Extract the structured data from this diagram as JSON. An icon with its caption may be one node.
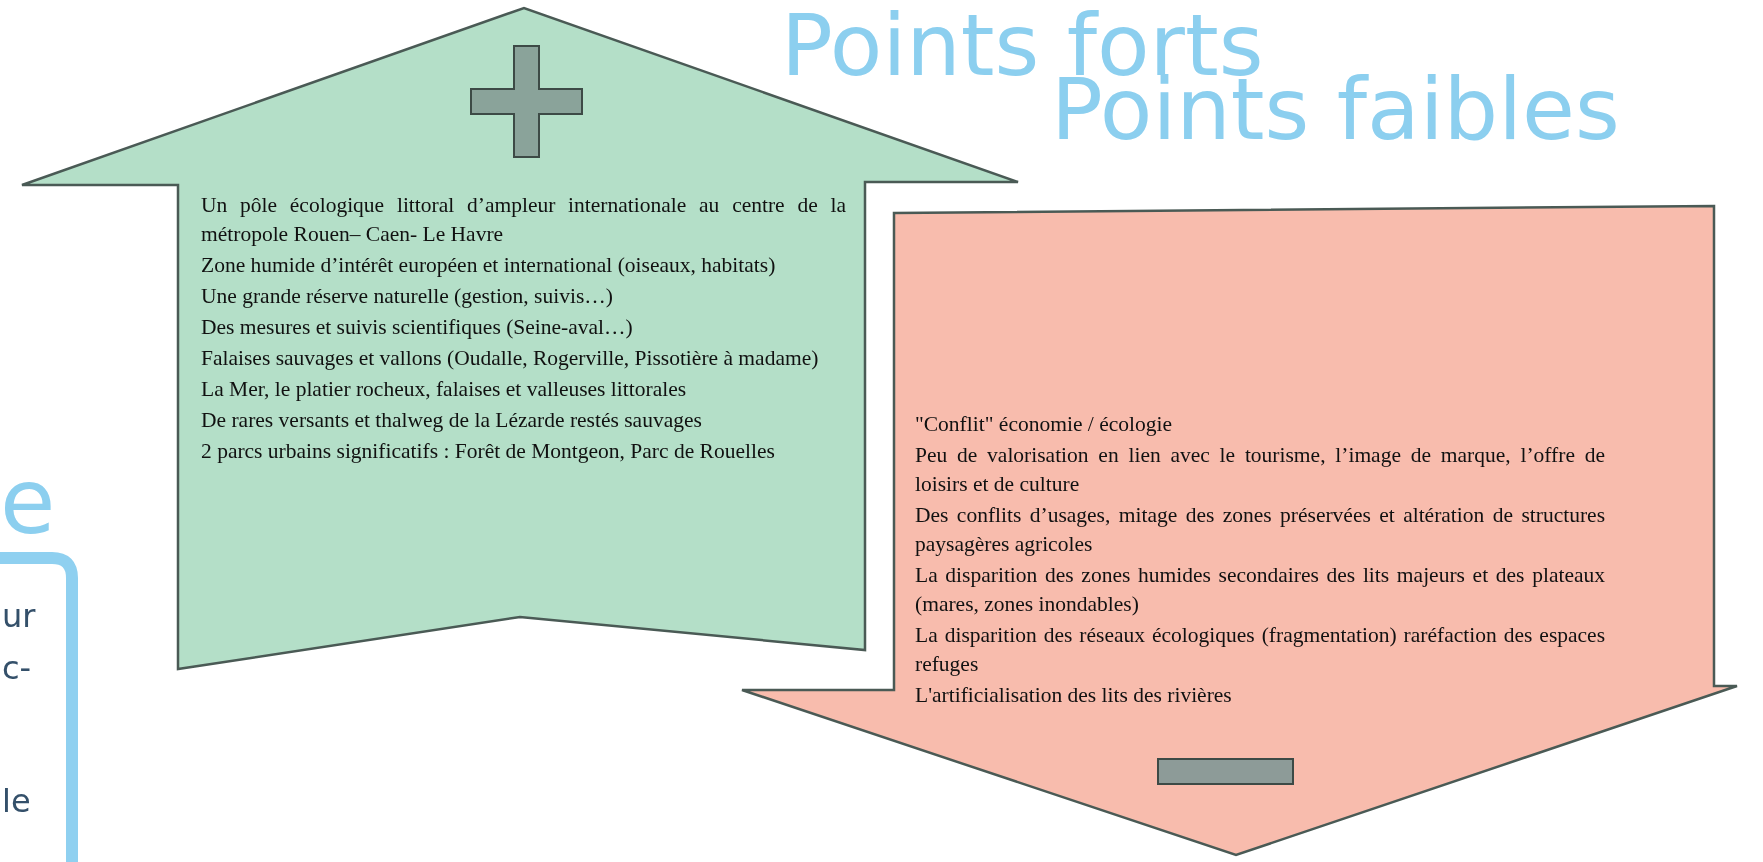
{
  "diagram": {
    "nodes": [
      {
        "text": [
          "Un pôle écologique littoral d’ampleur internationale au centre de la métropole Rouen– Caen- Le Havre",
          "Zone humide d’intérêt européen et international (oiseaux, habitats)",
          "Une grande réserve naturelle (gestion, suivis…)",
          "Des mesures et suivis scientifiques (Seine-aval…)",
          "Falaises sauvages et vallons (Oudalle, Rogerville, Pissotière à madame)",
          "La Mer, le platier rocheux, falaises et valleuses littorales",
          "De rares versants et thalweg de la Lézarde restés sauvages",
          "2 parcs urbains significatifs : Forêt de Montgeon, Parc de Rouelles"
        ]
      },
      {
        "text": [
          "\"Conflit\" économie / écologie",
          "Peu de valorisation en lien avec le tourisme, l’image de marque, l’offre de loisirs et de culture",
          "Des conflits d’usages, mitage des zones préservées et altération de structures paysagères agricoles",
          "La disparition des zones humides secondaires des lits majeurs et des plateaux (mares, zones inondables)",
          "La disparition des réseaux écologiques (fragmentation) raréfaction des espaces refuges",
          "L'artificialisation des lits des rivières"
        ]
      }
    ],
    "edges": [],
    "labels": [
      "Points forts",
      "Points faibles",
      "e",
      "ur",
      "c-",
      "le"
    ]
  }
}
